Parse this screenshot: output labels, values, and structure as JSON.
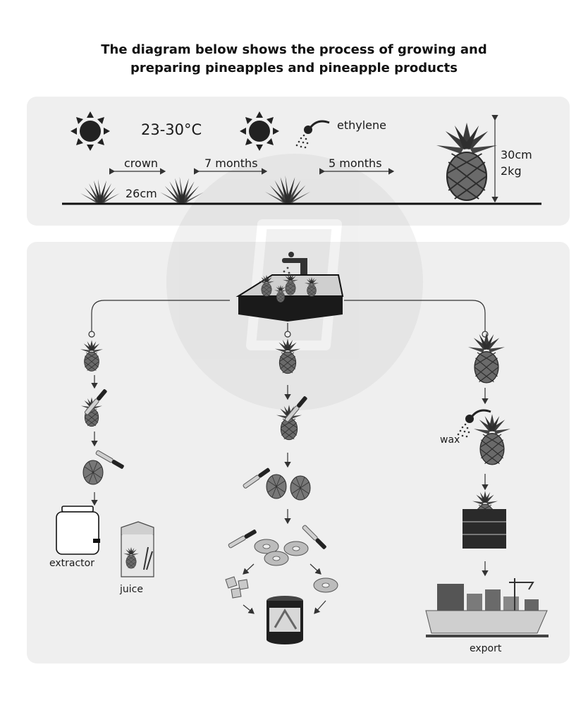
{
  "title_line1": "The diagram below shows the process of growing and",
  "title_line2": "preparing pineapples and pineapple products",
  "top": {
    "temperature": "23-30°C",
    "ethylene": "ethylene",
    "crown": "crown",
    "months7": "7 months",
    "months5": "5 months",
    "spacing": "26cm",
    "height": "30cm",
    "weight": "2kg"
  },
  "bottom": {
    "extractor": "extractor",
    "juice": "juice",
    "wax": "wax",
    "export": "export"
  },
  "colors": {
    "panel": "#efefef",
    "ink": "#1a1a1a",
    "pineapple": "#555555"
  }
}
